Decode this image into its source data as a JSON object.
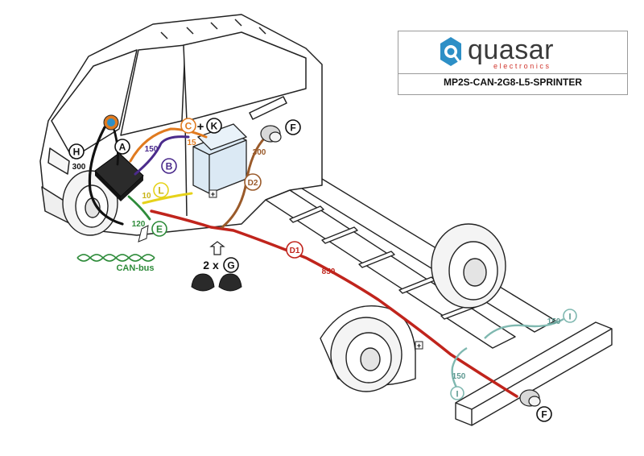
{
  "logo": {
    "brand": "quasar",
    "sub": "electronics",
    "model": "MP2S-CAN-2G8-L5-SPRINTER"
  },
  "labels": {
    "A": "A",
    "B": "B",
    "C": "C",
    "K": "K",
    "F": "F",
    "H": "H",
    "L": "L",
    "E": "E",
    "D1": "D1",
    "D2": "D2",
    "G": "G",
    "I": "I",
    "plus": "+",
    "two_x": "2 x"
  },
  "lengths": {
    "h300": "300",
    "b150": "150",
    "c15": "15",
    "d2_300": "300",
    "l10": "10",
    "e120": "120",
    "d1_850": "850",
    "i150_top": "150",
    "i150_bottom": "150"
  },
  "canbus": "CAN-bus",
  "colors": {
    "red": "#c0241c",
    "purple": "#4b2b8c",
    "orange": "#e07a1f",
    "brown": "#9a5a2a",
    "yellow": "#e6d21a",
    "green": "#2e8b3a",
    "teal": "#7fb8b0",
    "black": "#111111",
    "logo_blue": "#2d8fc6"
  }
}
